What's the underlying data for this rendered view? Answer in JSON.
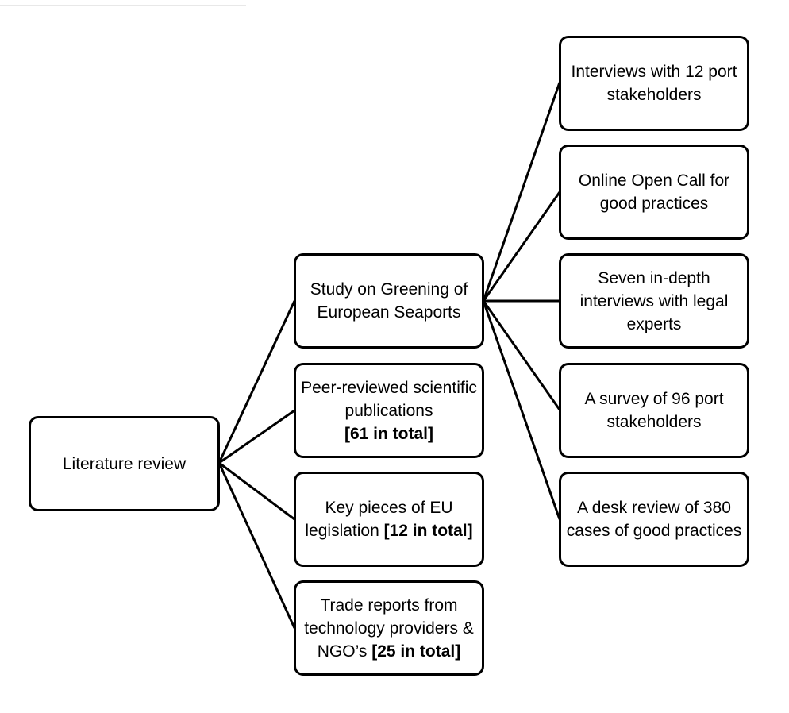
{
  "diagram": {
    "root": {
      "label": "Literature review"
    },
    "middle": [
      {
        "label": "Study on Greening of European Seaports",
        "bold": ""
      },
      {
        "label": "Peer-reviewed scientific publications",
        "bold": "[61 in total]"
      },
      {
        "label": "Key pieces of EU legislation ",
        "bold": "[12 in total]"
      },
      {
        "label": "Trade reports from technology providers & NGO’s ",
        "bold": "[25 in total]"
      }
    ],
    "right": [
      {
        "label": "Interviews with 12 port stakeholders"
      },
      {
        "label": "Online Open Call for good practices"
      },
      {
        "label": "Seven in-depth interviews with legal experts"
      },
      {
        "label": "A survey of 96 port stakeholders"
      },
      {
        "label": "A desk review of 380 cases of good practices"
      }
    ]
  }
}
